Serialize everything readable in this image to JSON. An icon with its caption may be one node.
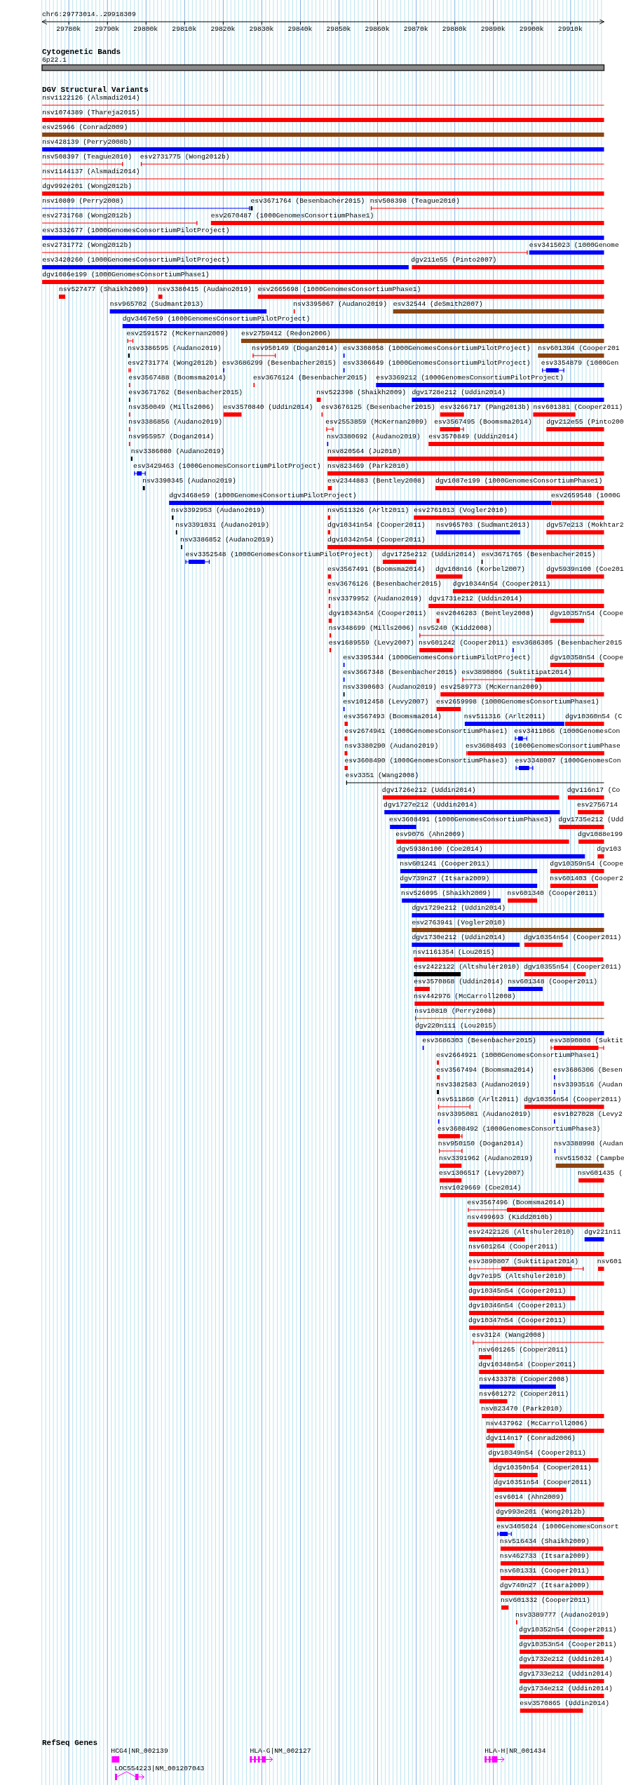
{
  "diagram": {
    "labels": [
      "chr6:29773014..29918309",
      "29780k",
      "29790k",
      "29800k",
      "29810k",
      "29820k",
      "29830k",
      "29840k",
      "29850k",
      "29860k",
      "29870k",
      "29880k",
      "29890k",
      "29900k",
      "29910k",
      "Cytogenetic Bands",
      "6p22.1",
      "DGV Structural Variants",
      "nsv1122126 (Alsmadi2014)",
      "nsv1074389 (Thareja2015)",
      "esv25966 (Conrad2009)",
      "nsv428139 (Perry2008b)",
      "nsv508397 (Teague2010)",
      "esv2731775 (Wong2012b)",
      "nsv1144137 (Alsmadi2014)",
      "dgv992e201 (Wong2012b)",
      "nsv10809 (Perry2008)",
      "esv3671764 (Besenbacher2015)",
      "nsv508398 (Teague2010)",
      "esv2731768 (Wong2012b)",
      "esv2670487 (1000GenomesConsortiumPhase1)",
      "esv3332677 (1000GenomesConsortiumPilotProject)",
      "esv2731772 (Wong2012b)",
      "esv3415023 (1000Genome",
      "esv3420260 (1000GenomesConsortiumPilotProject)",
      "dgv211e55 (Pinto2007)",
      "dgv1086e199 (1000GenomesConsortiumPhase1)",
      "nsv527477 (Shaikh2009)",
      "nsv3380415 (Audano2019)",
      "esv2665698 (1000GenomesConsortiumPhase1)",
      "nsv965702 (Sudmant2013)",
      "nsv3395067 (Audano2019)",
      "esv32544 (deSmith2007)",
      "dgv3467e59 (1000GenomesConsortiumPilotProject)",
      "esv2591572 (McKernan2009)",
      "esv2759412 (Redon2006)",
      "nsv3386595 (Audano2019)",
      "nsv950149 (Dogan2014)",
      "esv3308058 (1000GenomesConsortiumPilotProject)",
      "nsv601394 (Cooper201",
      "esv2731774 (Wong2012b)",
      "esv3686299 (Besenbacher2015)",
      "esv3306649 (1000GenomesConsortiumPilotProject)",
      "esv3354879 (1000Gen",
      "esv3567488 (Boomsma2014)",
      "esv3676124 (Besenbacher2015)",
      "esv3369212 (1000GenomesConsortiumPilotProject)",
      "esv3671762 (Besenbacher2015)",
      "nsv522398 (Shaikh2009)",
      "dgv1728e212 (Uddin2014)",
      "nsv350049 (Mills2006)",
      "esv3570840 (Uddin2014)",
      "esv3676125 (Besenbacher2015)",
      "esv3266717 (Pang2013b)",
      "nsv601381 (Cooper2011)",
      "nsv3386856 (Audano2019)",
      "esv2553859 (McKernan2009)",
      "esv3567495 (Boomsma2014)",
      "dgv212e55 (Pinto200",
      "nsv955957 (Dogan2014)",
      "nsv3380692 (Audano2019)",
      "esv3570849 (Uddin2014)",
      "nsv3386080 (Audano2019)",
      "nsv820564 (Ju2010)",
      "esv3429463 (1000GenomesConsortiumPilotProject)",
      "nsv823469 (Park2010)",
      "nsv3390345 (Audano2019)",
      "esv2344883 (Bentley2008)",
      "dgv1087e199 (1000GenomesConsortiumPhase1)",
      "dgv3468e59 (1000GenomesConsortiumPilotProject)",
      "esv2659548 (1000G",
      "nsv3392953 (Audano2019)",
      "nsv511326 (Arlt2011)",
      "esv2761013 (Vogler2010)",
      "nsv3391031 (Audano2019)",
      "dgv10341n54 (Cooper2011)",
      "nsv965703 (Sudmant2013)",
      "dgv57e213 (Mokhtar2",
      "nsv3386852 (Audano2019)",
      "dgv10342n54 (Cooper2011)",
      "esv3352548 (1000GenomesConsortiumPilotProject)",
      "dgv1725e212 (Uddin2014)",
      "esv3671765 (Besenbacher2015)",
      "esv3567491 (Boomsma2014)",
      "dgv108n16 (Korbel2007)",
      "dgv5939n100 (Coe201",
      "esv3676126 (Besenbacher2015)",
      "dgv10344n54 (Cooper2011)",
      "nsv3379952 (Audano2019)",
      "dgv1731e212 (Uddin2014)",
      "dgv10343n54 (Cooper2011)",
      "esv2046283 (Bentley2008)",
      "dgv10357n54 (Coope",
      "nsv348699 (Mills2006)",
      "nsv5240 (Kidd2008)",
      "esv1689559 (Levy2007)",
      "nsv601242 (Cooper2011)",
      "esv3686305 (Besenbacher2015",
      "esv3395344 (1000GenomesConsortiumPilotProject)",
      "dgv10358n54 (Coope",
      "esv3667348 (Besenbacher2015)",
      "esv3890806 (Suktitipat2014)",
      "nsv3390603 (Audano2019)",
      "esv2589773 (McKernan2009)",
      "esv1012458 (Levy2007)",
      "esv2659998 (1000GenomesConsortiumPhase1)",
      "esv3567493 (Boomsma2014)",
      "nsv511316 (Arlt2011)",
      "dgv10360n54 (C",
      "esv2674941 (1000GenomesConsortiumPhase1)",
      "esv3411066 (1000GenomesCon",
      "nsv3380290 (Audano2019)",
      "esv3608493 (1000GenomesConsortiumPhase",
      "esv3608490 (1000GenomesConsortiumPhase3)",
      "esv3348007 (1000GenomesCon",
      "esv3351 (Wang2008)",
      "dgv1726e212 (Uddin2014)",
      "dgv116n17 (Co",
      "dgv1727e212 (Uddin2014)",
      "esv2756714",
      "esv3608491 (1000GenomesConsortiumPhase3)",
      "dgv1735e212 (Udd",
      "esv9076 (Ahn2009)",
      "dgv1088e199",
      "dgv5938n100 (Coe2014)",
      "dgv103",
      "nsv601241 (Cooper2011)",
      "dgv10359n54 (Coope",
      "dgv739n27 (Itsara2009)",
      "nsv601403 (Cooper2",
      "nsv526095 (Shaikh2009)",
      "nsv601340 (Cooper2011)",
      "dgv1729e212 (Uddin2014)",
      "esv2763941 (Vogler2010)",
      "dgv1730e212 (Uddin2014)",
      "dgv10354n54 (Cooper2011)",
      "nsv1161354 (Lou2015)",
      "esv2422122 (Altshuler2010)",
      "dgv10355n54 (Cooper2011)",
      "esv3570868 (Uddin2014)",
      "nsv601348 (Cooper2011)",
      "nsv442976 (McCarroll2008)",
      "nsv10810 (Perry2008)",
      "dgv220n111 (Lou2015)",
      "esv3686303 (Besenbacher2015)",
      "esv3890808 (Suktit",
      "esv2664921 (1000GenomesConsortiumPhase1)",
      "esv3567494 (Boomsma2014)",
      "esv3686306 (Besen",
      "nsv3382583 (Audano2019)",
      "nsv3393516 (Audan",
      "nsv511860 (Arlt2011)",
      "dgv10356n54 (Cooper2011)",
      "nsv3395081 (Audano2019)",
      "esv1027028 (Levy2",
      "esv3608492 (1000GenomesConsortiumPhase3)",
      "nsv950150 (Dogan2014)",
      "nsv3388998 (Audan",
      "nsv3391962 (Audano2019)",
      "nsv515032 (Campbe",
      "esv1306517 (Levy2007)",
      "nsv601435 (",
      "nsv1029669 (Coe2014)",
      "esv3567496 (Boomsma2014)",
      "nsv499693 (Kidd2010b)",
      "esv2422126 (Altshuler2010)",
      "dgv221n11",
      "nsv601264 (Cooper2011)",
      "esv3890807 (Suktitipat2014)",
      "nsv601",
      "dgv7e195 (Altshuler2010)",
      "dgv10345n54 (Cooper2011)",
      "dgv10346n54 (Cooper2011)",
      "dgv10347n54 (Cooper2011)",
      "esv3124 (Wang2008)",
      "nsv601265 (Cooper2011)",
      "dgv10348n54 (Cooper2011)",
      "nsv433378 (Cooper2008)",
      "nsv601272 (Cooper2011)",
      "nsv823470 (Park2010)",
      "nsv437962 (McCarroll2006)",
      "dgv114n17 (Conrad2006)",
      "dgv10349n54 (Cooper2011)",
      "dgv10350n54 (Cooper2011)",
      "dgv10351n54 (Cooper2011)",
      "esv6014 (Ahn2009)",
      "dgv993e201 (Wong2012b)",
      "esv3405024 (1000GenomesConsort",
      "nsv516434 (Shaikh2009)",
      "nsv462733 (Itsara2009)",
      "nsv601331 (Cooper2011)",
      "dgv740n27 (Itsara2009)",
      "nsv601332 (Cooper2011)",
      "nsv3389777 (Audano2019)",
      "dgv10352n54 (Cooper2011)",
      "dgv10353n54 (Cooper2011)",
      "dgv1732e212 (Uddin2014)",
      "dgv1733e212 (Uddin2014)",
      "dgv1734e212 (Uddin2014)",
      "esv3570865 (Uddin2014)",
      "RefSeq Genes",
      "HCG4|NR_002139",
      "HLA-G|NM_002127",
      "HLA-H|NR_001434",
      "LOC554223|NM_001207043"
    ]
  }
}
